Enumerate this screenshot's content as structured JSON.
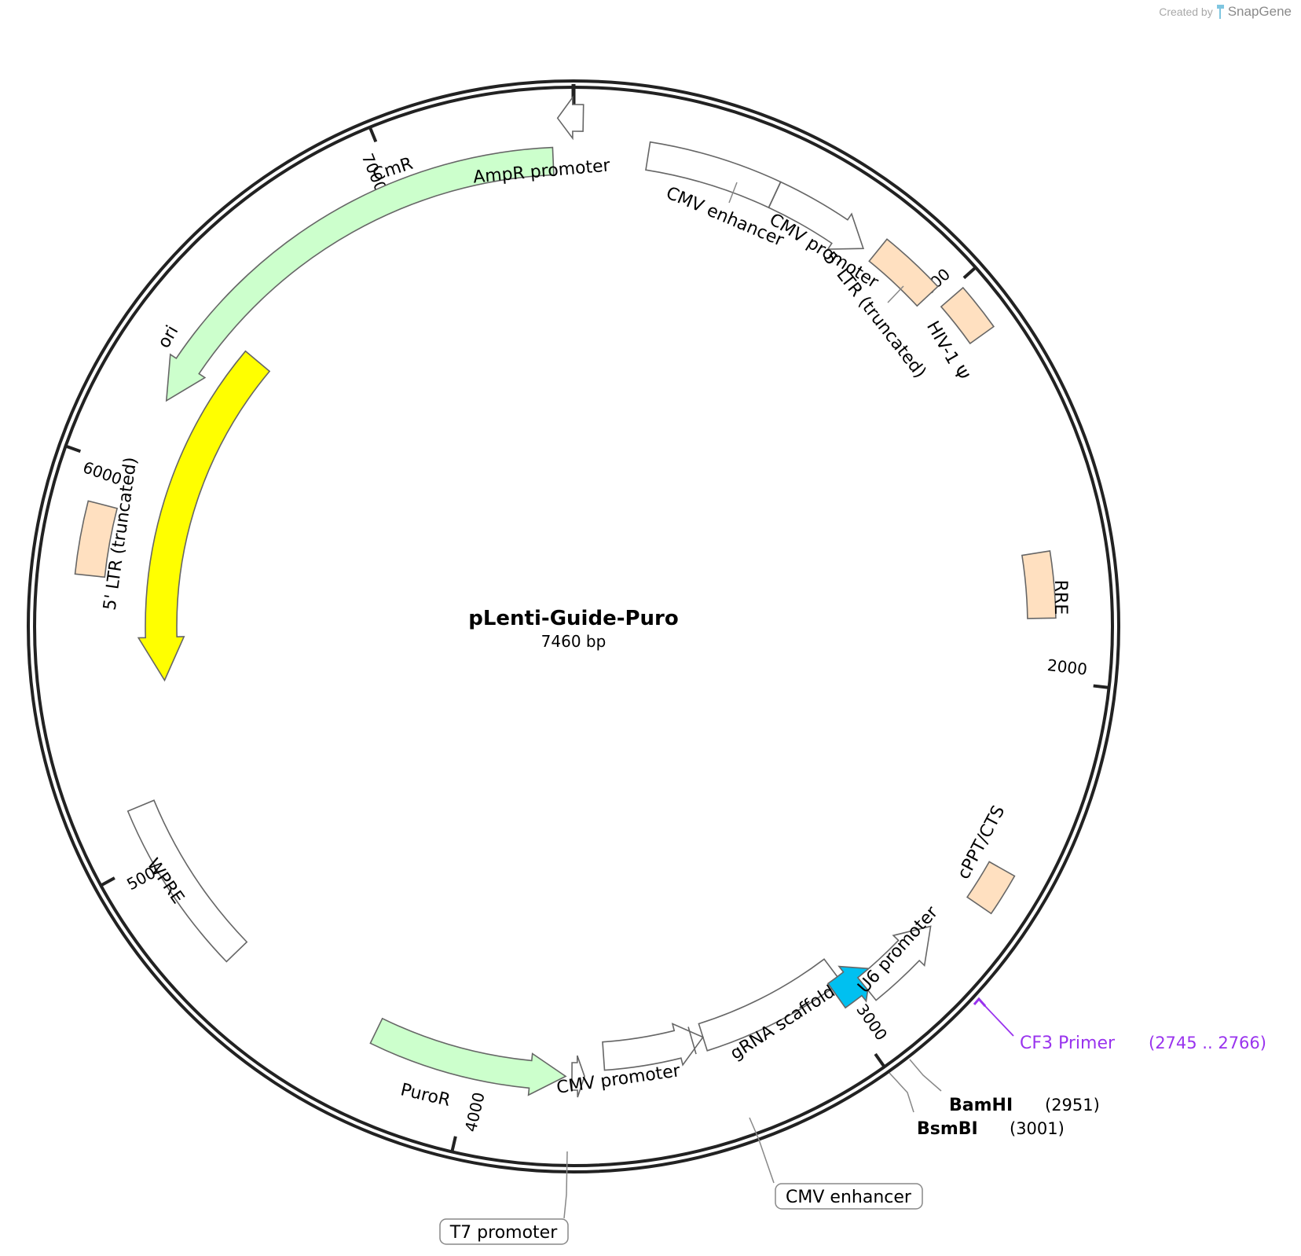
{
  "credit": {
    "created_by": "Created by",
    "brand": "SnapGene"
  },
  "plasmid": {
    "name": "pLenti-Guide-Puro",
    "size_text": "7460 bp",
    "length": 7460
  },
  "ticks": [
    {
      "pos": 1000,
      "label": "1000"
    },
    {
      "pos": 2000,
      "label": "2000"
    },
    {
      "pos": 3000,
      "label": "3000"
    },
    {
      "pos": 4000,
      "label": "4000"
    },
    {
      "pos": 5000,
      "label": "5000"
    },
    {
      "pos": 6000,
      "label": "6000"
    },
    {
      "pos": 7000,
      "label": "7000"
    }
  ],
  "features": [
    {
      "id": "cmv-enhancer-1",
      "label": "CMV enhancer",
      "color": "#ffffff"
    },
    {
      "id": "cmv-promoter-1",
      "label": "CMV promoter",
      "color": "#ffffff"
    },
    {
      "id": "ltr-5-truncated-1",
      "label": "5' LTR (truncated)",
      "color": "#ffe0c0"
    },
    {
      "id": "hiv1-psi",
      "label": "HIV-1 Ψ",
      "color": "#ffe0c0"
    },
    {
      "id": "rre",
      "label": "RRE",
      "color": "#ffe0c0"
    },
    {
      "id": "cppt-cts",
      "label": "cPPT/CTS",
      "color": "#ffe0c0"
    },
    {
      "id": "u6-promoter",
      "label": "U6 promoter",
      "color": "#ffffff"
    },
    {
      "id": "grna-scaffold",
      "label": "gRNA scaffold",
      "color": "#00c0f0"
    },
    {
      "id": "cmv-enhancer-2",
      "label": "CMV enhancer",
      "color": "#ffffff"
    },
    {
      "id": "cmv-promoter-2",
      "label": "CMV promoter",
      "color": "#ffffff"
    },
    {
      "id": "t7-promoter",
      "label": "T7 promoter",
      "color": "#ffffff"
    },
    {
      "id": "puror",
      "label": "PuroR",
      "color": "#ccffcc"
    },
    {
      "id": "wpre",
      "label": "WPRE",
      "color": "#ffffff"
    },
    {
      "id": "ltr-5-truncated-2",
      "label": "5' LTR (truncated)",
      "color": "#ffe0c0"
    },
    {
      "id": "ori",
      "label": "ori",
      "color": "#ffff00"
    },
    {
      "id": "cmr",
      "label": "CmR",
      "color": "#ccffcc"
    },
    {
      "id": "ampr-promoter",
      "label": "AmpR promoter",
      "color": "#ffffff"
    }
  ],
  "sites": [
    {
      "name": "BamHI",
      "position": "(2951)"
    },
    {
      "name": "BsmBI",
      "position": "(3001)"
    }
  ],
  "primers": [
    {
      "name": "CF3 Primer",
      "range": "(2745 .. 2766)",
      "color": "#9933ee"
    }
  ]
}
